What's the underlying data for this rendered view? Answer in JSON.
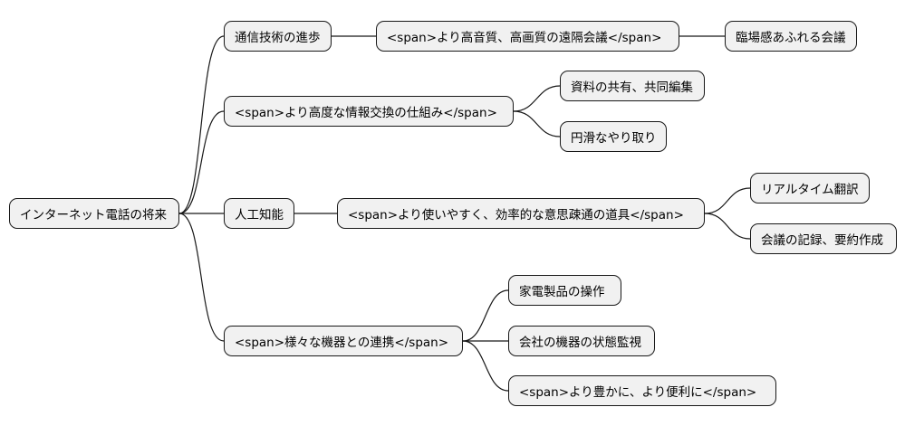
{
  "root": "インターネット電話の将来",
  "branches": [
    {
      "label": "通信技術の進歩",
      "children": [
        {
          "label": "<span>より高音質、高画質の遠隔会議</span>",
          "children": [
            "臨場感あふれる会議"
          ]
        }
      ]
    },
    {
      "label": "<span>より高度な情報交換の仕組み</span>",
      "children": [
        "資料の共有、共同編集",
        "円滑なやり取り"
      ]
    },
    {
      "label": "人工知能",
      "children": [
        {
          "label": "<span>より使いやすく、効率的な意思疎通の道具</span>",
          "children": [
            "リアルタイム翻訳",
            "会議の記録、要約作成"
          ]
        }
      ]
    },
    {
      "label": "<span>様々な機器との連携</span>",
      "children": [
        "家電製品の操作",
        "会社の機器の状態監視",
        "<span>より豊かに、より便利に</span>"
      ]
    }
  ]
}
